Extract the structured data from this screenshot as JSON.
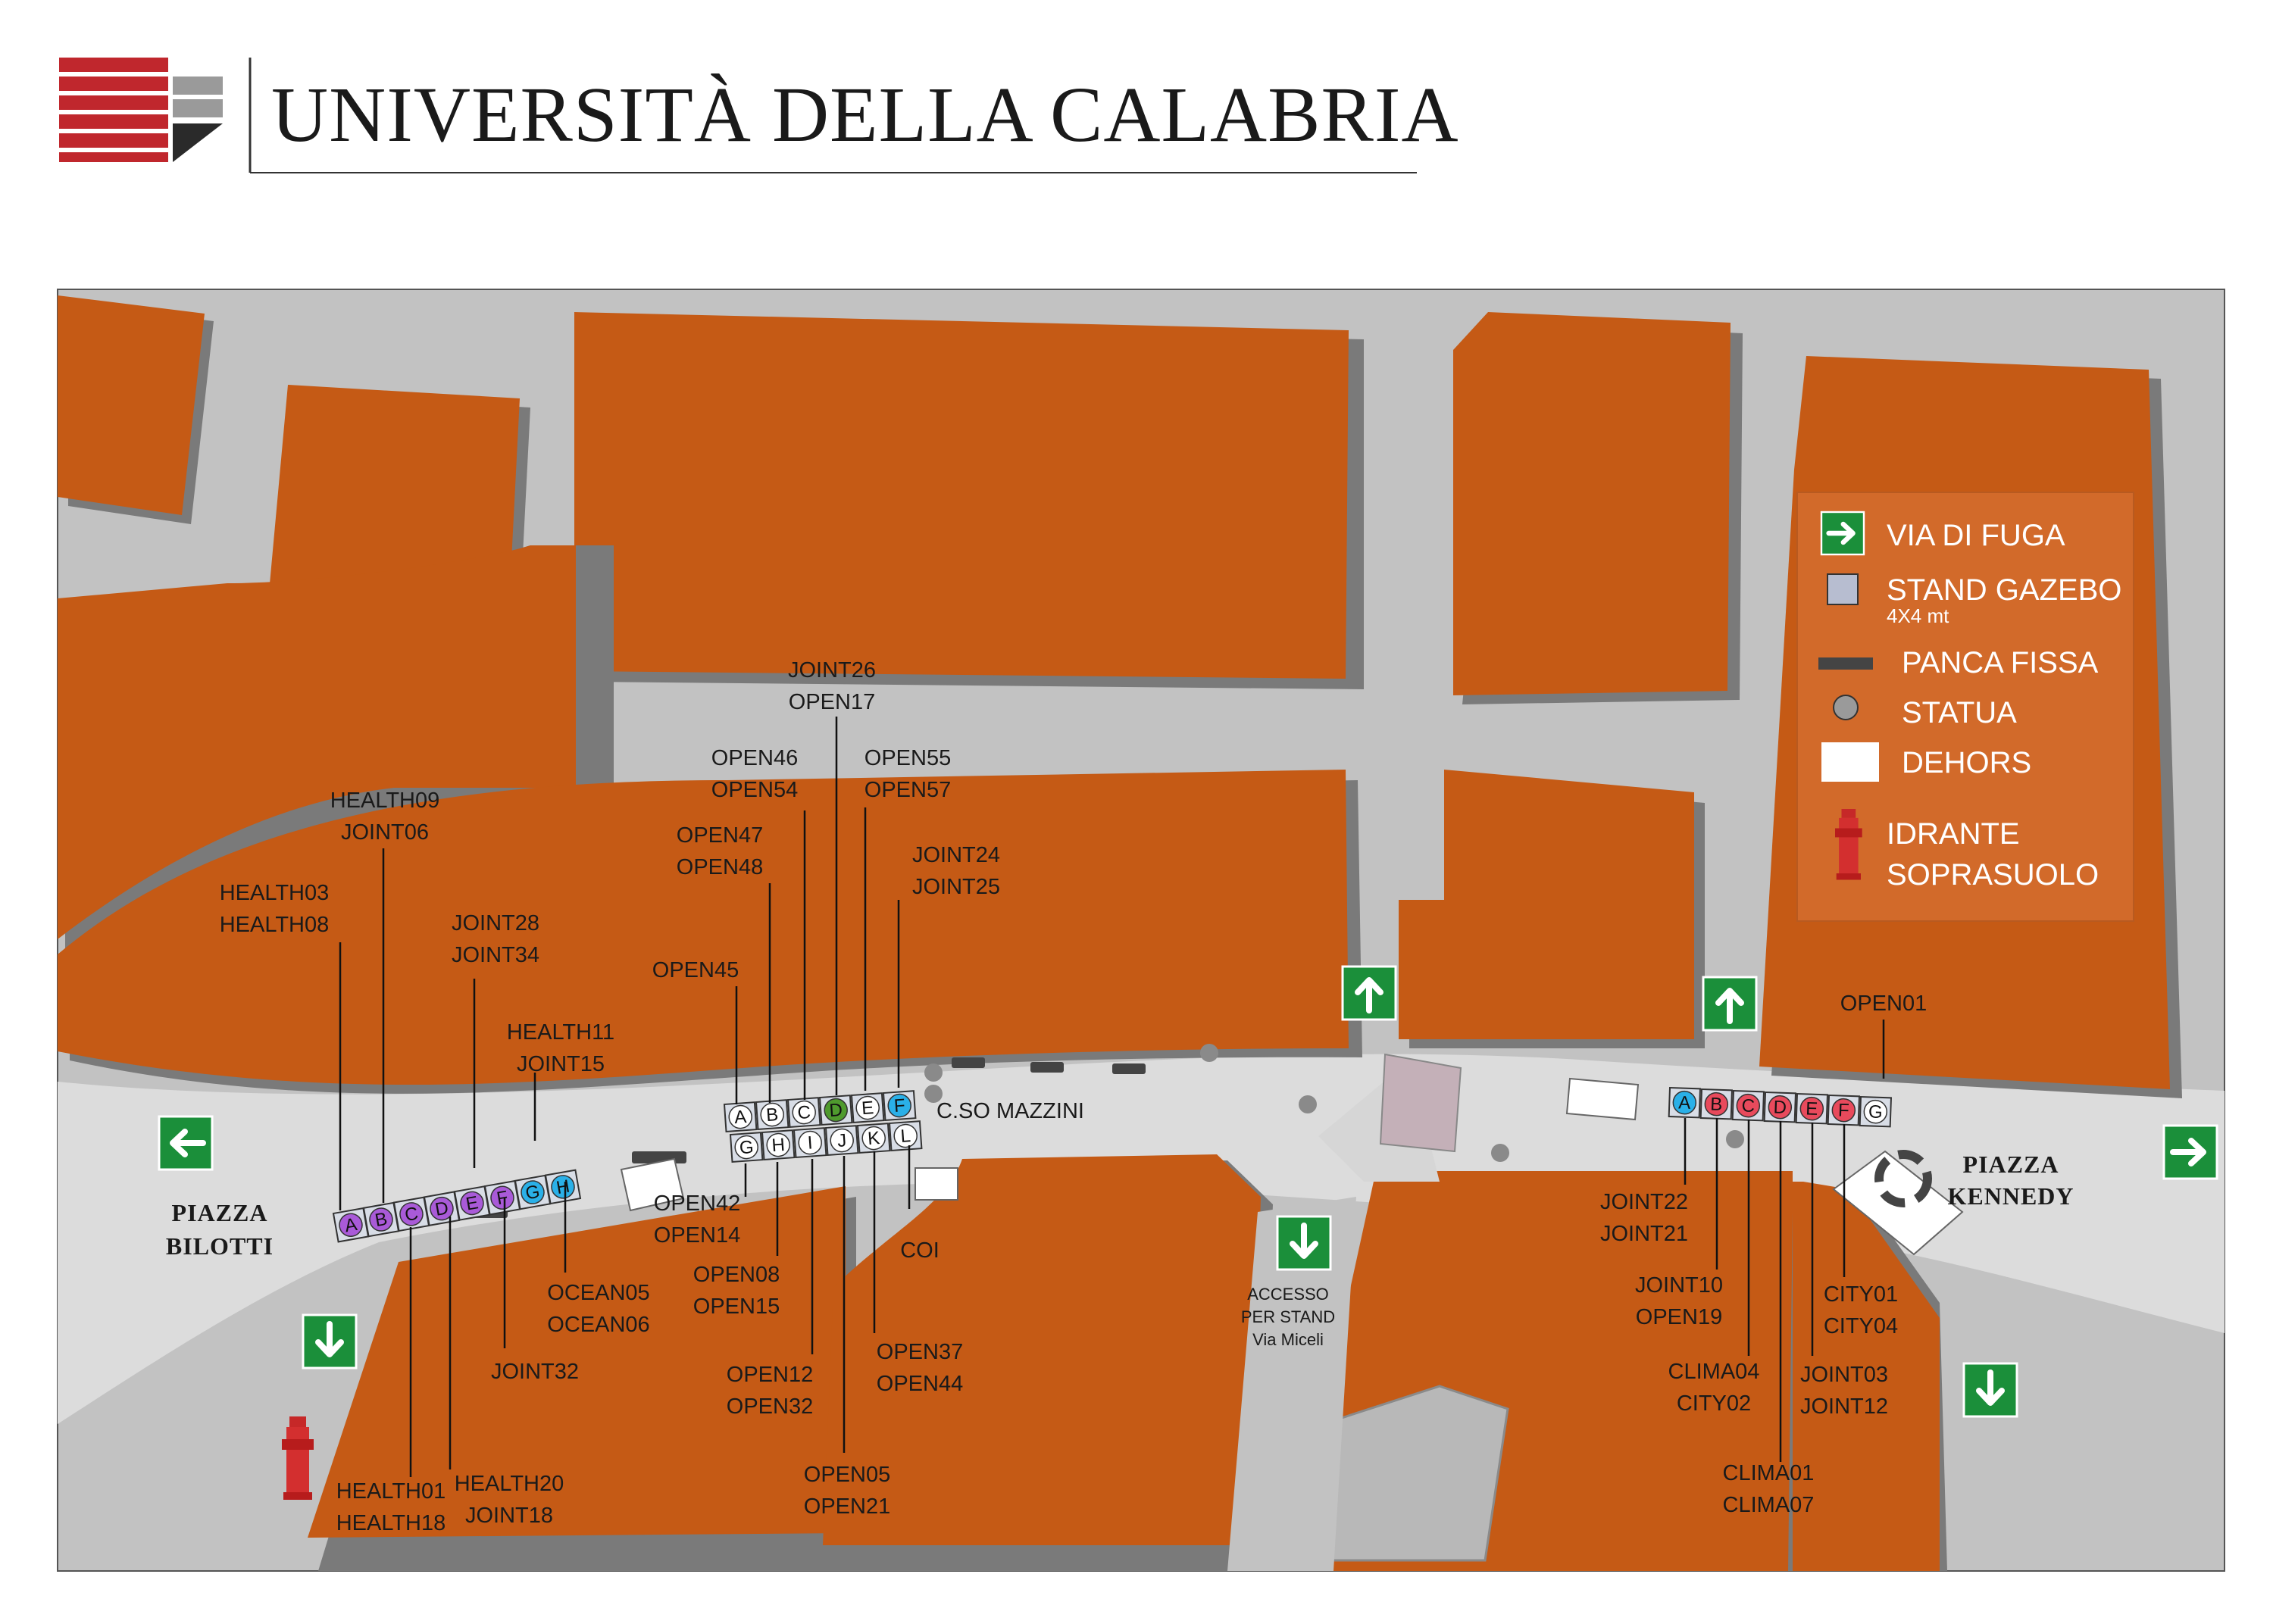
{
  "header": {
    "university_name": "UNIVERSITÀ DELLA CALABRIA"
  },
  "colors": {
    "building": "#c55a15",
    "road": "#c0c0c0",
    "pedestrian": "#dedede",
    "legend_bg": "#d26a2a",
    "exit_green": "#1b8f3a",
    "stall_purple": "#a95ad8",
    "stall_blue": "#2ab0e8",
    "stall_green": "#4f9a2e",
    "stall_red": "#e84a5c",
    "stall_white": "#ffffff",
    "logo_red": "#c0272d"
  },
  "legend": {
    "items": [
      {
        "icon": "exit-arrow-icon",
        "label": "VIA DI FUGA"
      },
      {
        "icon": "gazebo-square-icon",
        "label": "STAND GAZEBO",
        "sublabel": "4X4 mt"
      },
      {
        "icon": "bench-bar-icon",
        "label": "PANCA FISSA"
      },
      {
        "icon": "statue-circle-icon",
        "label": "STATUA"
      },
      {
        "icon": "dehors-rectangle-icon",
        "label": "DEHORS"
      },
      {
        "icon": "hydrant-icon",
        "label": "IDRANTE",
        "label2": "SOPRASUOLO"
      }
    ]
  },
  "places": {
    "piazza_bilotti": [
      "PIAZZA",
      "BILOTTI"
    ],
    "piazza_kennedy": [
      "PIAZZA",
      "KENNEDY"
    ],
    "corso_mazzini": "C.SO MAZZINI",
    "access": [
      "ACCESSO",
      "PER STAND",
      "Via Miceli"
    ]
  },
  "stall_groups": {
    "west": [
      "A",
      "B",
      "C",
      "D",
      "E",
      "F",
      "G",
      "H"
    ],
    "centre_top": [
      "A",
      "B",
      "C",
      "D",
      "E",
      "F"
    ],
    "centre_bottom": [
      "G",
      "H",
      "I",
      "J",
      "K",
      "L"
    ],
    "east": [
      "A",
      "B",
      "C",
      "D",
      "E",
      "F",
      "G"
    ]
  },
  "labels": {
    "health03": [
      "HEALTH03",
      "HEALTH08"
    ],
    "health09": [
      "HEALTH09",
      "JOINT06"
    ],
    "joint28": [
      "JOINT28",
      "JOINT34"
    ],
    "health11": [
      "HEALTH11",
      "JOINT15"
    ],
    "health01": [
      "HEALTH01",
      "HEALTH18"
    ],
    "health20": [
      "HEALTH20",
      "JOINT18"
    ],
    "joint32": [
      "JOINT32"
    ],
    "ocean": [
      "OCEAN05",
      "OCEAN06"
    ],
    "joint26": [
      "JOINT26",
      "OPEN17"
    ],
    "open46": [
      "OPEN46",
      "OPEN54"
    ],
    "open55": [
      "OPEN55",
      "OPEN57"
    ],
    "open47": [
      "OPEN47",
      "OPEN48"
    ],
    "joint24": [
      "JOINT24",
      "JOINT25"
    ],
    "open45": [
      "OPEN45"
    ],
    "open42": [
      "OPEN42",
      "OPEN14"
    ],
    "open08": [
      "OPEN08",
      "OPEN15"
    ],
    "open12": [
      "OPEN12",
      "OPEN32"
    ],
    "open05": [
      "OPEN05",
      "OPEN21"
    ],
    "open37": [
      "OPEN37",
      "OPEN44"
    ],
    "coi": [
      "COI"
    ],
    "open01": [
      "OPEN01"
    ],
    "joint22": [
      "JOINT22",
      "JOINT21"
    ],
    "joint10": [
      "JOINT10",
      "OPEN19"
    ],
    "clima04": [
      "CLIMA04",
      "CITY02"
    ],
    "clima01": [
      "CLIMA01",
      "CLIMA07"
    ],
    "joint03": [
      "JOINT03",
      "JOINT12"
    ],
    "city01": [
      "CITY01",
      "CITY04"
    ]
  }
}
